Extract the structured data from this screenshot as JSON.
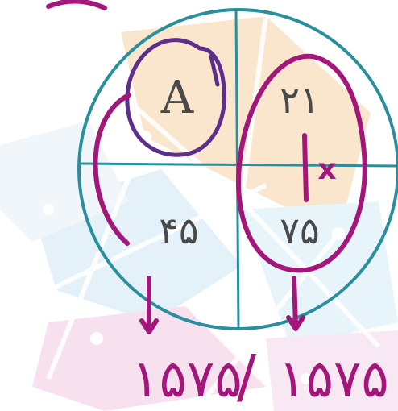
{
  "diagram": {
    "quadrant_top_left": "A",
    "quadrant_top_right": "۲۱",
    "quadrant_bottom_left": "۴۵",
    "quadrant_bottom_right": "۷۵"
  },
  "annotations": {
    "marker_x": "x",
    "result_left": "۱۵۷۵",
    "result_right": "۱۵۷۵",
    "separator": "/"
  },
  "colors": {
    "circle": "#2a8f9c",
    "ink": "#a3177a",
    "ink_purple": "#5d2e8c",
    "printed_text": "#4a4a4a"
  }
}
